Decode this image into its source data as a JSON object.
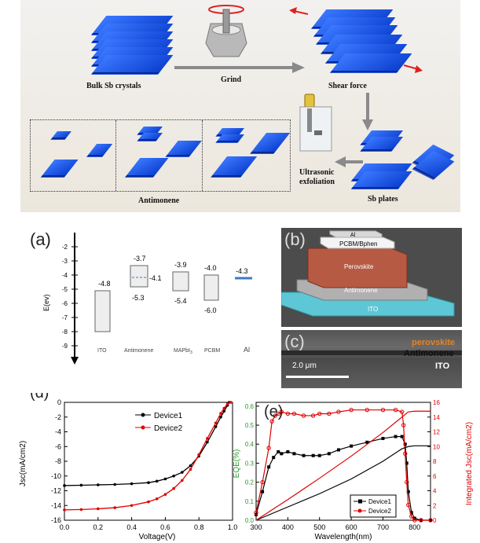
{
  "schematic": {
    "bulk_label": "Bulk Sb crystals",
    "grind_label": "Grind",
    "shear_label": "Shear force",
    "sb_plates_label": "Sb plates",
    "ultrasonic_label_1": "Ultrasonic",
    "ultrasonic_label_2": "exfoliation",
    "antimonene_label": "Antimonene"
  },
  "energy_diagram": {
    "panel_letter": "(a)",
    "axis_label": "E(ev)",
    "ticks": [
      "-2",
      "-3",
      "-4",
      "-5",
      "-6",
      "-7",
      "-8",
      "-9"
    ],
    "materials": [
      {
        "name": "ITO",
        "top": "-4.8"
      },
      {
        "name": "Antimonene",
        "top": "-3.7",
        "mid": "-4.1",
        "bottom": "-5.3"
      },
      {
        "name": "MAPbI",
        "sub": "3",
        "top": "-3.9",
        "bottom": "-5.4"
      },
      {
        "name": "PCBM",
        "top": "-4.0",
        "bottom": "-6.0"
      },
      {
        "name": "Al",
        "top": "-4.3"
      }
    ]
  },
  "device": {
    "panel_letter": "(b)",
    "layers": [
      "Al",
      "PCBM/Bphen",
      "Perovskite",
      "Antimonene",
      "ITO"
    ]
  },
  "sem": {
    "panel_letter": "(c)",
    "labels": [
      "perovskite",
      "Antimonene",
      "ITO"
    ],
    "scale_bar": "2.0 μm"
  },
  "chart_data": [
    {
      "type": "line",
      "panel": "(d)",
      "xlabel": "Voltage(V)",
      "ylabel": "Jsc(mA/cm2)",
      "xlim": [
        0,
        1.0
      ],
      "ylim": [
        -16,
        0
      ],
      "xticks": [
        "0.0",
        "0.2",
        "0.4",
        "0.6",
        "0.8",
        "1.0"
      ],
      "yticks": [
        "0",
        "-2",
        "-4",
        "-6",
        "-8",
        "-10",
        "-12",
        "-14",
        "-16"
      ],
      "legend_position": "top-right",
      "series": [
        {
          "name": "Device1",
          "color": "#000000",
          "x": [
            0,
            0.1,
            0.2,
            0.3,
            0.4,
            0.5,
            0.55,
            0.6,
            0.65,
            0.7,
            0.75,
            0.8,
            0.85,
            0.9,
            0.93,
            0.95,
            0.97,
            0.98
          ],
          "y": [
            -11.3,
            -11.25,
            -11.2,
            -11.15,
            -11.05,
            -10.9,
            -10.7,
            -10.4,
            -10.0,
            -9.5,
            -8.6,
            -7.3,
            -5.4,
            -3.3,
            -2.0,
            -1.2,
            -0.4,
            0
          ]
        },
        {
          "name": "Device2",
          "color": "#e00000",
          "x": [
            0,
            0.1,
            0.2,
            0.3,
            0.4,
            0.5,
            0.55,
            0.6,
            0.65,
            0.7,
            0.75,
            0.8,
            0.85,
            0.9,
            0.93,
            0.95,
            0.97,
            0.99
          ],
          "y": [
            -14.6,
            -14.55,
            -14.45,
            -14.3,
            -14.0,
            -13.5,
            -13.1,
            -12.5,
            -11.7,
            -10.6,
            -9.1,
            -7.1,
            -4.9,
            -2.8,
            -1.5,
            -0.8,
            -0.2,
            0
          ]
        }
      ]
    },
    {
      "type": "line",
      "panel": "(e)",
      "xlabel": "Wavelength(nm)",
      "ylabel": "EQE(%)",
      "y2label": "Integrated Jsc(mA/cm2)",
      "xlim": [
        300,
        850
      ],
      "ylim": [
        0,
        0.62
      ],
      "y2lim": [
        0,
        16
      ],
      "xticks": [
        "300",
        "400",
        "500",
        "600",
        "700",
        "800"
      ],
      "yticks": [
        "0.0",
        "0.1",
        "0.2",
        "0.3",
        "0.4",
        "0.5",
        "0.6"
      ],
      "y2ticks": [
        "0",
        "2",
        "4",
        "6",
        "8",
        "10",
        "12",
        "14",
        "16"
      ],
      "legend_position": "bottom-right",
      "series": [
        {
          "name": "Device1",
          "color": "#000000",
          "axis": "left",
          "x": [
            300,
            320,
            340,
            355,
            370,
            380,
            400,
            420,
            450,
            480,
            500,
            530,
            560,
            600,
            650,
            700,
            740,
            760,
            770,
            775,
            780,
            790,
            800,
            820,
            850
          ],
          "y": [
            0.03,
            0.15,
            0.28,
            0.33,
            0.36,
            0.35,
            0.36,
            0.35,
            0.34,
            0.34,
            0.34,
            0.35,
            0.37,
            0.39,
            0.41,
            0.43,
            0.44,
            0.44,
            0.4,
            0.3,
            0.15,
            0.04,
            0.01,
            0.0,
            0.0
          ]
        },
        {
          "name": "Device2",
          "color": "#e00000",
          "axis": "left",
          "x": [
            300,
            320,
            340,
            350,
            360,
            370,
            380,
            400,
            420,
            450,
            480,
            500,
            530,
            560,
            600,
            650,
            700,
            740,
            760,
            765,
            770,
            775,
            780,
            790,
            800,
            820,
            850
          ],
          "y": [
            0.04,
            0.2,
            0.38,
            0.52,
            0.55,
            0.56,
            0.57,
            0.56,
            0.56,
            0.55,
            0.55,
            0.56,
            0.56,
            0.57,
            0.58,
            0.58,
            0.58,
            0.58,
            0.57,
            0.5,
            0.35,
            0.2,
            0.08,
            0.02,
            0.0,
            0.0,
            0.0
          ]
        },
        {
          "name": "Device1 integrated",
          "color": "#000000",
          "axis": "right",
          "x": [
            300,
            400,
            500,
            600,
            700,
            760,
            780,
            800,
            850
          ],
          "y": [
            0,
            1.8,
            3.6,
            5.6,
            8.0,
            9.7,
            10.0,
            10.1,
            10.1
          ]
        },
        {
          "name": "Device2 integrated",
          "color": "#e00000",
          "axis": "right",
          "x": [
            300,
            400,
            500,
            600,
            700,
            760,
            780,
            800,
            850
          ],
          "y": [
            0,
            2.8,
            5.7,
            8.7,
            11.9,
            14.0,
            14.7,
            14.8,
            14.8
          ]
        }
      ]
    }
  ]
}
